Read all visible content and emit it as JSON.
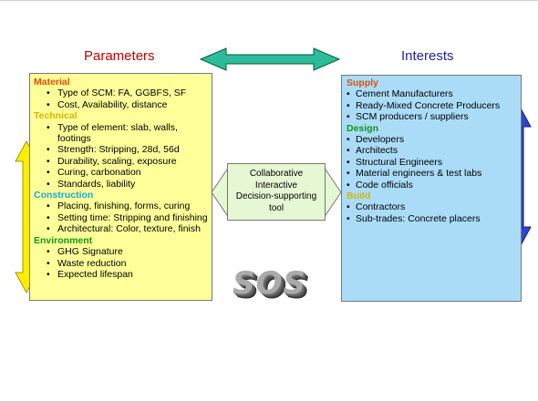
{
  "headings": {
    "parameters": "Parameters",
    "interests": "Interests"
  },
  "colors": {
    "material": "#e05000",
    "technical": "#d7b400",
    "construction": "#17a8d8",
    "environment": "#119911",
    "supply": "#e05000",
    "design": "#119911",
    "build": "#d7b400"
  },
  "parameters": [
    {
      "title": "Material",
      "items": [
        "Type of SCM: FA, GGBFS, SF",
        "Cost, Availability, distance"
      ]
    },
    {
      "title": "Technical",
      "items": [
        "Type of element: slab, walls, footings",
        "Strength: Stripping, 28d, 56d",
        "Durability, scaling, exposure",
        "Curing, carbonation",
        "Standards, liability"
      ]
    },
    {
      "title": "Construction",
      "items": [
        "Placing, finishing, forms, curing",
        "Setting time: Stripping and finishing",
        "Architectural: Color, texture, finish"
      ]
    },
    {
      "title": "Environment",
      "items": [
        "GHG Signature",
        "Waste reduction",
        "Expected lifespan"
      ]
    }
  ],
  "interests": [
    {
      "title": "Supply",
      "items": [
        "Cement Manufacturers",
        "Ready-Mixed Concrete Producers",
        "SCM producers / suppliers"
      ]
    },
    {
      "title": "Design",
      "items": [
        "Developers",
        "Architects",
        "Structural Engineers",
        "Material engineers & test labs",
        "Code officials"
      ]
    },
    {
      "title": "Build",
      "items": [
        "Contractors",
        "Sub-trades: Concrete placers"
      ]
    }
  ],
  "center": {
    "line1": "Collaborative",
    "line2": "Interactive",
    "line3": "Decision-supporting",
    "line4": "tool"
  },
  "logo": {
    "text": "SOS"
  }
}
